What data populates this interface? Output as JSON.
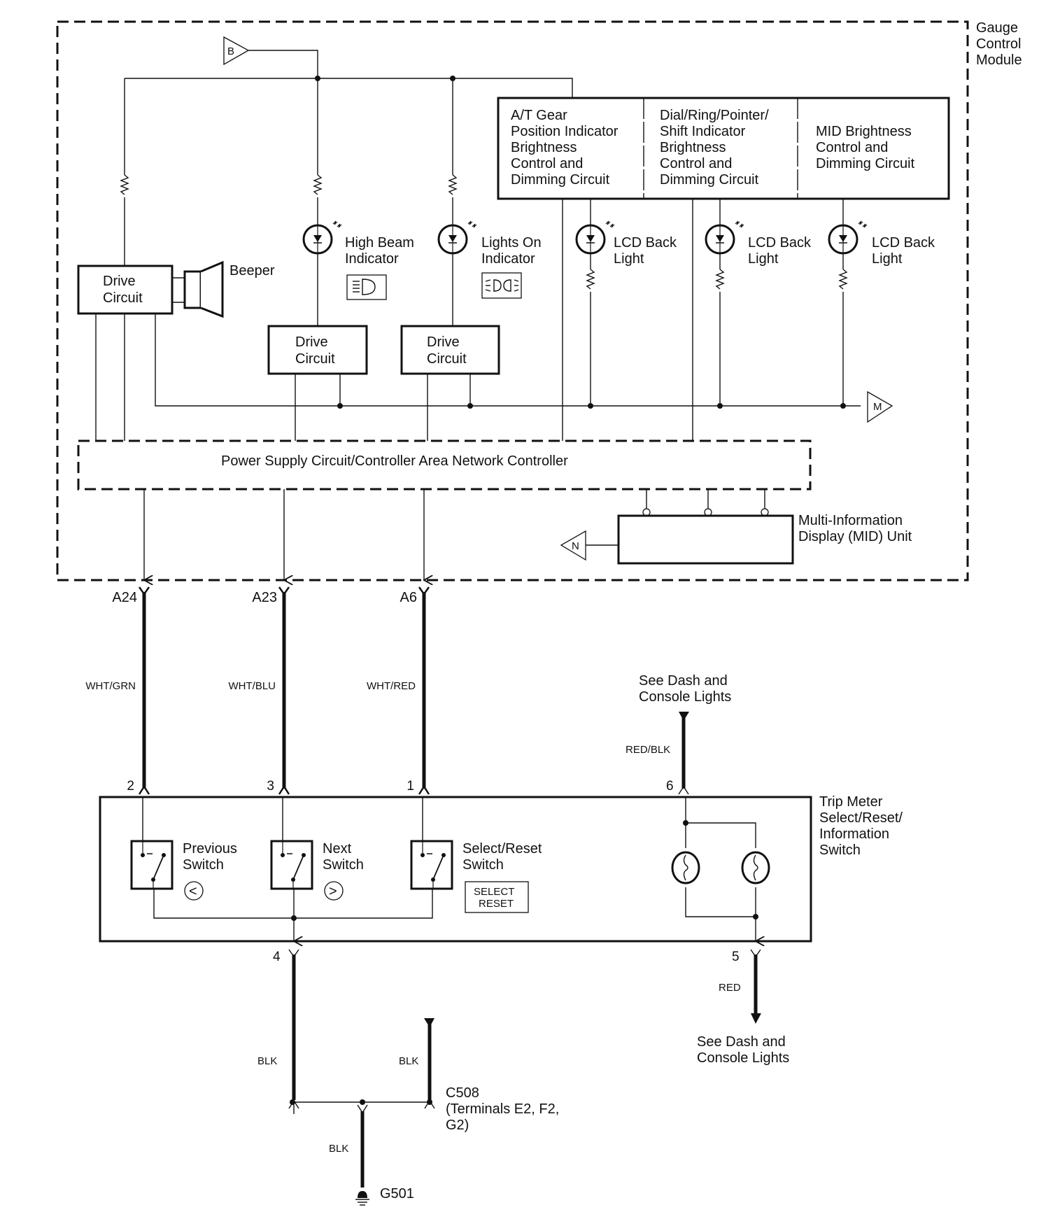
{
  "module": {
    "title_lines": [
      "Gauge",
      "Control",
      "Module"
    ]
  },
  "connectors": {
    "B": "B",
    "M": "M",
    "N": "N"
  },
  "dimming_box": {
    "sections": [
      {
        "lines": [
          "A/T Gear",
          "Position Indicator",
          "Brightness",
          "Control and",
          "Dimming Circuit"
        ]
      },
      {
        "lines": [
          "Dial/Ring/Pointer/",
          "Shift Indicator",
          "Brightness",
          "Control and",
          "Dimming Circuit"
        ]
      },
      {
        "lines": [
          "MID Brightness",
          "Control and",
          "Dimming Circuit"
        ]
      }
    ]
  },
  "indicators": [
    {
      "lines": [
        "High Beam",
        "Indicator"
      ],
      "symbol": "high-beam-symbol"
    },
    {
      "lines": [
        "Lights On",
        "Indicator"
      ],
      "symbol": "lights-on-symbol"
    },
    {
      "lines": [
        "LCD Back",
        "Light"
      ]
    },
    {
      "lines": [
        "LCD Back",
        "Light"
      ]
    },
    {
      "lines": [
        "LCD Back",
        "Light"
      ]
    }
  ],
  "beeper": {
    "label": "Beeper"
  },
  "drive_circuits": [
    {
      "lines": [
        "Drive",
        "Circuit"
      ]
    },
    {
      "lines": [
        "Drive",
        "Circuit"
      ]
    },
    {
      "lines": [
        "Drive",
        "Circuit"
      ]
    }
  ],
  "power_supply": {
    "label": "Power Supply Circuit/Controller Area Network Controller"
  },
  "mid_unit": {
    "lines": [
      "Multi-Information",
      "Display (MID) Unit"
    ]
  },
  "wires": [
    {
      "terminal": "A24",
      "color": "WHT/GRN",
      "switch_pin": "2"
    },
    {
      "terminal": "A23",
      "color": "WHT/BLU",
      "switch_pin": "3"
    },
    {
      "terminal": "A6",
      "color": "WHT/RED",
      "switch_pin": "1"
    }
  ],
  "dash_lights_top": {
    "lines": [
      "See Dash and",
      "Console Lights"
    ],
    "color": "RED/BLK",
    "pin": "6"
  },
  "trip_switch": {
    "title_lines": [
      "Trip Meter",
      "Select/Reset/",
      "Information",
      "Switch"
    ],
    "switches": [
      {
        "lines": [
          "Previous",
          "Switch"
        ],
        "icon": "<"
      },
      {
        "lines": [
          "Next",
          "Switch"
        ],
        "icon": ">"
      },
      {
        "lines": [
          "Select/Reset",
          "Switch"
        ],
        "badge": [
          "SELECT",
          "RESET"
        ]
      }
    ]
  },
  "ground_section": {
    "pin4": "4",
    "pin5": "5",
    "pin5_color": "RED",
    "dash_lights_bottom": [
      "See Dash and",
      "Console Lights"
    ],
    "blk_left": "BLK",
    "blk_right": "BLK",
    "blk_ground": "BLK",
    "c508_lines": [
      "C508",
      "(Terminals E2, F2,",
      "G2)"
    ],
    "ground_label": "G501"
  }
}
